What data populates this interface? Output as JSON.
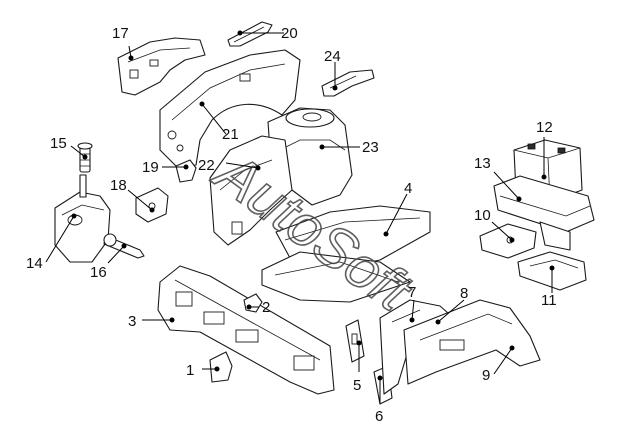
{
  "watermark": "AutoSoft",
  "callouts": [
    {
      "label": "1"
    },
    {
      "label": "2"
    },
    {
      "label": "3"
    },
    {
      "label": "4"
    },
    {
      "label": "5"
    },
    {
      "label": "6"
    },
    {
      "label": "7"
    },
    {
      "label": "8"
    },
    {
      "label": "9"
    },
    {
      "label": "10"
    },
    {
      "label": "11"
    },
    {
      "label": "12"
    },
    {
      "label": "13"
    },
    {
      "label": "14"
    },
    {
      "label": "15"
    },
    {
      "label": "16"
    },
    {
      "label": "17"
    },
    {
      "label": "18"
    },
    {
      "label": "19"
    },
    {
      "label": "20"
    },
    {
      "label": "21"
    },
    {
      "label": "22"
    },
    {
      "label": "23"
    },
    {
      "label": "24"
    }
  ]
}
